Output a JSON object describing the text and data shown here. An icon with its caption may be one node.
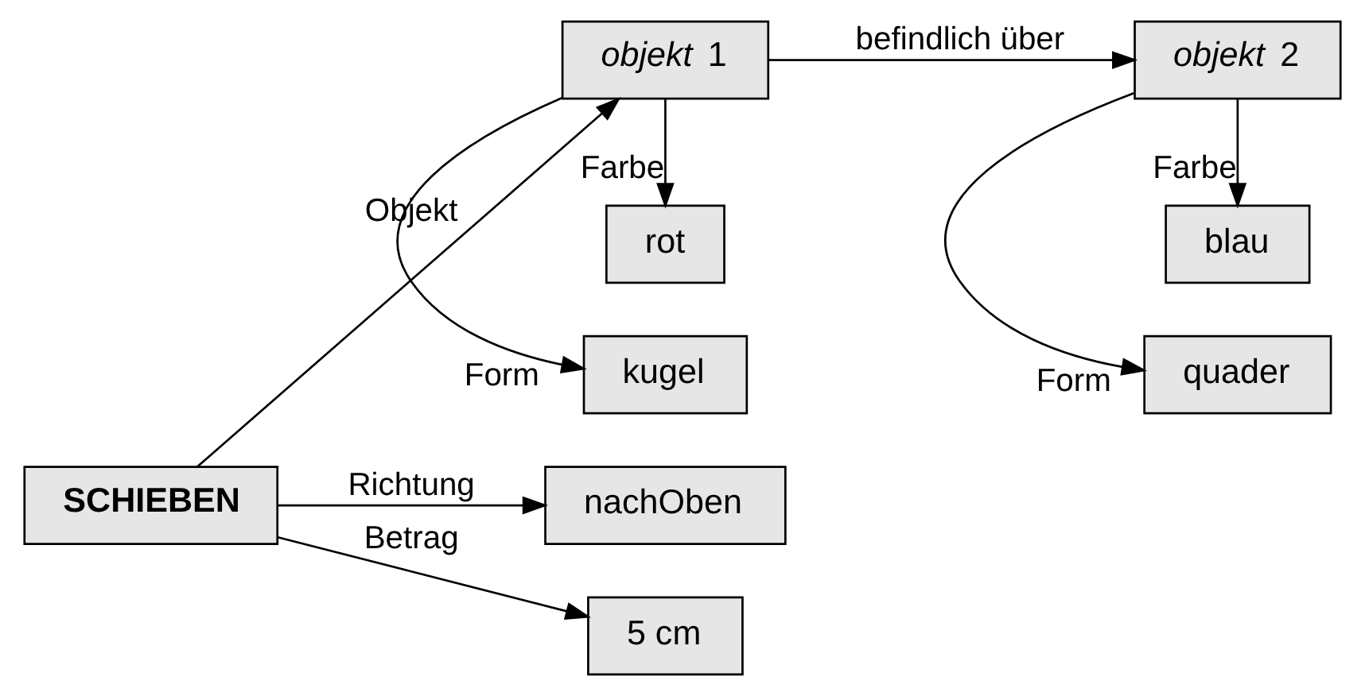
{
  "diagram": {
    "nodes": [
      {
        "text": [
          "SCHIEBEN"
        ]
      },
      {
        "text": [
          "*objekt* 1"
        ]
      },
      {
        "text": [
          "kugel"
        ]
      },
      {
        "text": [
          "rot"
        ]
      },
      {
        "text": [
          "*objekt* 2"
        ]
      },
      {
        "text": [
          "quader"
        ]
      },
      {
        "text": [
          "blau"
        ]
      },
      {
        "text": [
          "nachOben"
        ]
      },
      {
        "text": [
          "5 cm"
        ]
      }
    ],
    "edges": [
      {
        "from": 0,
        "to": 1,
        "arrow": "to",
        "label": "Objekt"
      },
      {
        "from": 1,
        "to": 2,
        "arrow": "to",
        "label": "Form"
      },
      {
        "from": 1,
        "to": 3,
        "arrow": "to",
        "label": "Farbe"
      },
      {
        "from": 1,
        "to": 4,
        "arrow": "to",
        "label": "befindlich über"
      },
      {
        "from": 4,
        "to": 5,
        "arrow": "to",
        "label": "Form"
      },
      {
        "from": 4,
        "to": 6,
        "arrow": "to",
        "label": "Farbe"
      },
      {
        "from": 0,
        "to": 7,
        "arrow": "to",
        "label": "Richtung"
      },
      {
        "from": 0,
        "to": 8,
        "arrow": "to",
        "label": "Betrag"
      }
    ]
  }
}
